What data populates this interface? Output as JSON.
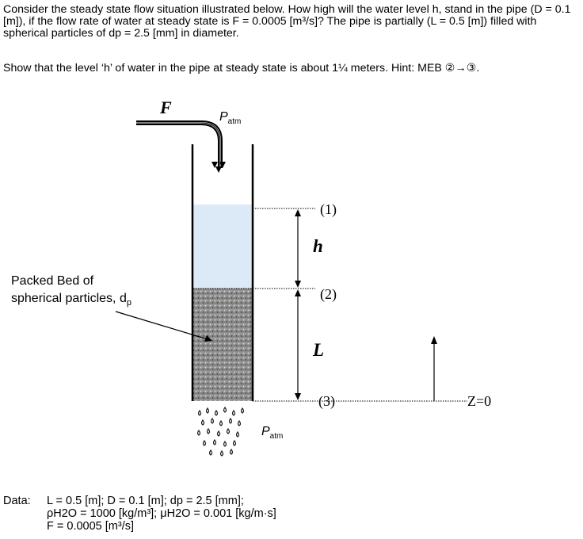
{
  "problem": {
    "statement": "Consider the steady state flow situation illustrated below.  How high will the water level h, stand in the pipe (D = 0.1 [m]), if the flow rate of water at steady state is F = 0.0005 [m³/s]?  The pipe is partially (L = 0.5 [m]) filled with spherical particles of dp = 2.5 [mm] in diameter.",
    "instruction": "Show that the level ‘h’ of water in the pipe at steady state is about 1¼ meters.  Hint: MEB ②→③."
  },
  "diagram": {
    "flow_label": "F",
    "patm_top_label": "P",
    "patm_top_sub": "atm",
    "bed_label_line1": "Packed Bed of",
    "bed_label_line2": "spherical particles, d",
    "bed_label_sub": "p",
    "point1": "(1)",
    "point2": "(2)",
    "point3": "(3)",
    "h_label": "h",
    "L_label": "L",
    "z_label": "Z=0",
    "patm_bottom_label": "P",
    "patm_bottom_sub": "atm",
    "colors": {
      "water": "#dce9f6",
      "bed": "#8c8c8c",
      "lines": "#000000"
    }
  },
  "data_section": {
    "heading": "Data:",
    "line1": "L = 0.5 [m];  D = 0.1 [m];  dp = 2.5 [mm];",
    "line2": "ρH2O = 1000 [kg/m³];  μH2O = 0.001 [kg/m·s]",
    "line3": "F = 0.0005 [m³/s]"
  }
}
